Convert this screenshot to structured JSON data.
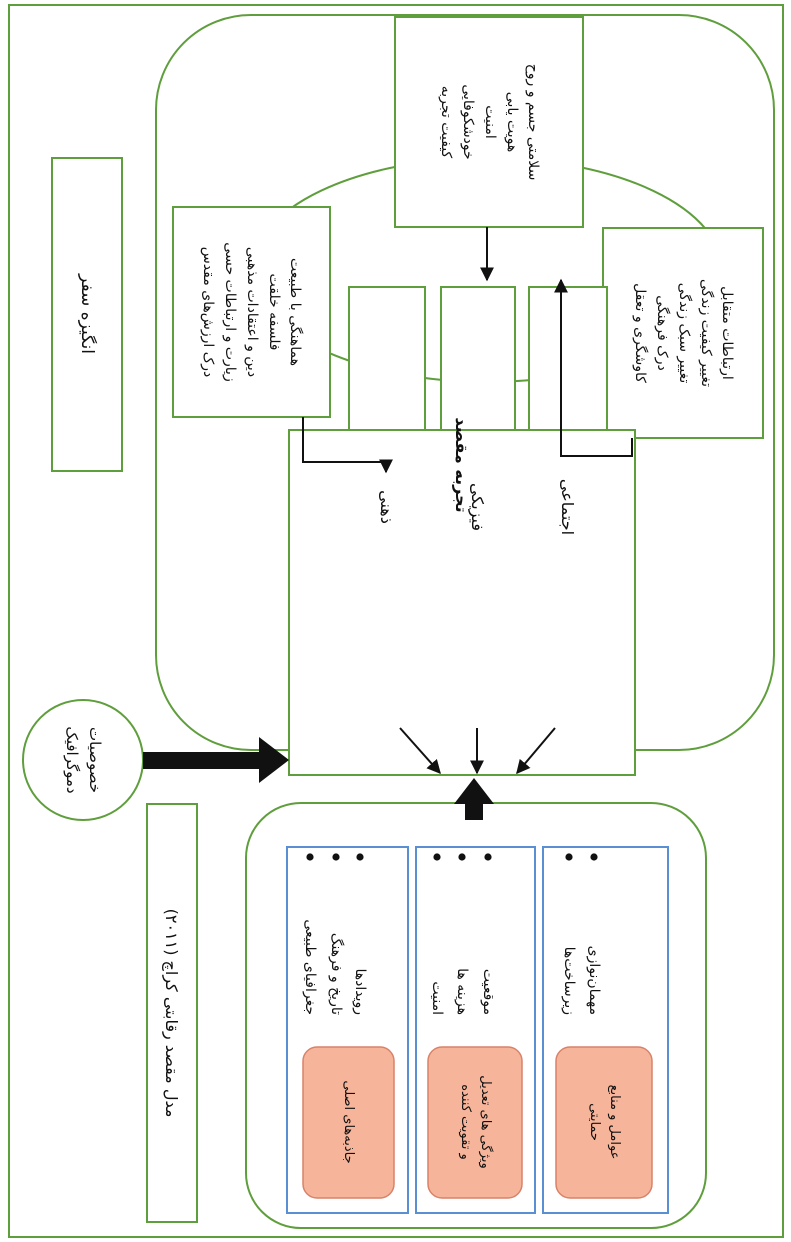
{
  "title": "مدل مقصد رقابتی کراچ (۲۰۱۱)",
  "motivation_title": "انگیزه سفر",
  "demographics": "خصوصیات\nدموگرافیک",
  "central": "تجربه مقصد",
  "needs": {
    "mental": "ذهنی",
    "physical": "فیزیکی",
    "social": "اجتماعی"
  },
  "motive_groups": {
    "mental": "هماهنگی با طبیعت\nفلسفه خلقت\nدین و اعتقادات مذهبی\nزیارت و ارتباطات حسی\nدرک ارزش‌های مقدس",
    "physical": "سلامتی جسم و روح\nهویت یابی\nامنیت\nخودشکوفایی\nکیفیت تجربه",
    "social": "ارتباطات متقابل\nتغییر کیفیت زندگی\nتغییر سبک زندگی\nدرک فرهنگی\nکاوشگری و تعقل"
  },
  "destination": {
    "core": {
      "items": [
        "جغرافیای طبیعی",
        "تاریخ و فرهنگ",
        "رویدادها"
      ],
      "label": "جاذبه‌های اصلی"
    },
    "qualifying": {
      "items": [
        "امنیت",
        "هزینه ها",
        "موقعیت"
      ],
      "label": "ویژگی های تعدیل\nو تقویت کننده"
    },
    "supporting": {
      "items": [
        "زیرساخت‌ها",
        "مهمان‌نوازی"
      ],
      "label": "عوامل و منابع\nحمایتی"
    }
  },
  "colors": {
    "green": "#5f9e3c",
    "blue": "#5b8fd4",
    "orange_fill": "#f6b59a",
    "orange_stroke": "#d9826a"
  }
}
